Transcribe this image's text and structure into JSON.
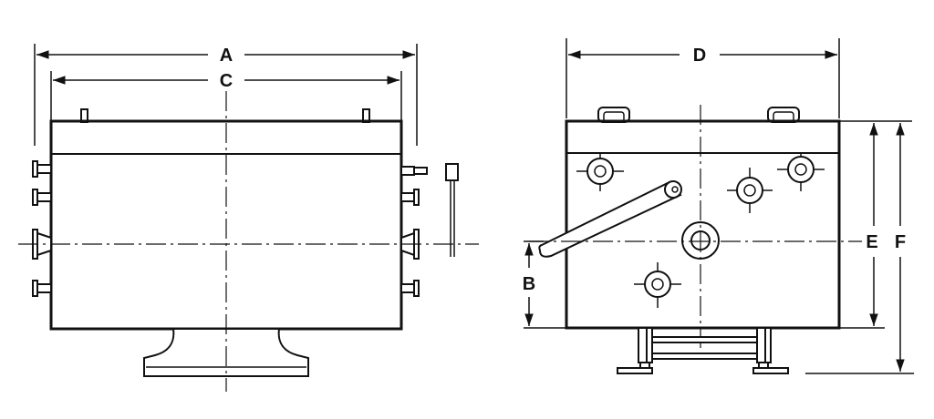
{
  "labels": {
    "a": "A",
    "b": "B",
    "c": "C",
    "d": "D",
    "e": "E",
    "f": "F"
  },
  "colors": {
    "line": "#111111",
    "background": "#ffffff"
  }
}
